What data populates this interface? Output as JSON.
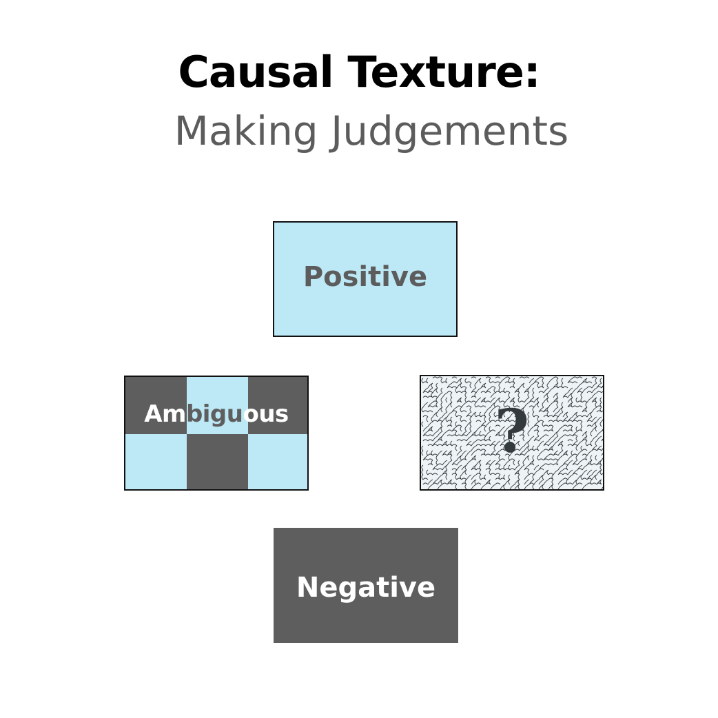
{
  "title": {
    "line1": "Causal Texture:",
    "line2": "Making Judgements"
  },
  "boxes": {
    "positive": {
      "label": "Positive",
      "fill": "#bde8f5",
      "text_color": "#5c5c5c"
    },
    "negative": {
      "label": "Negative",
      "fill": "#5e5e5e",
      "text_color": "#ffffff"
    },
    "ambiguous": {
      "label_parts": [
        "Am",
        "bigu",
        "ous"
      ],
      "checker_colors": [
        "#5e5e5e",
        "#bde8f5"
      ],
      "label_color": "#ffffff"
    },
    "unknown": {
      "symbol": "?",
      "texture": "maze-squiggle"
    }
  },
  "colors": {
    "accent_light": "#bde8f5",
    "accent_dark": "#5e5e5e",
    "heading_secondary": "#5c5c5c"
  }
}
